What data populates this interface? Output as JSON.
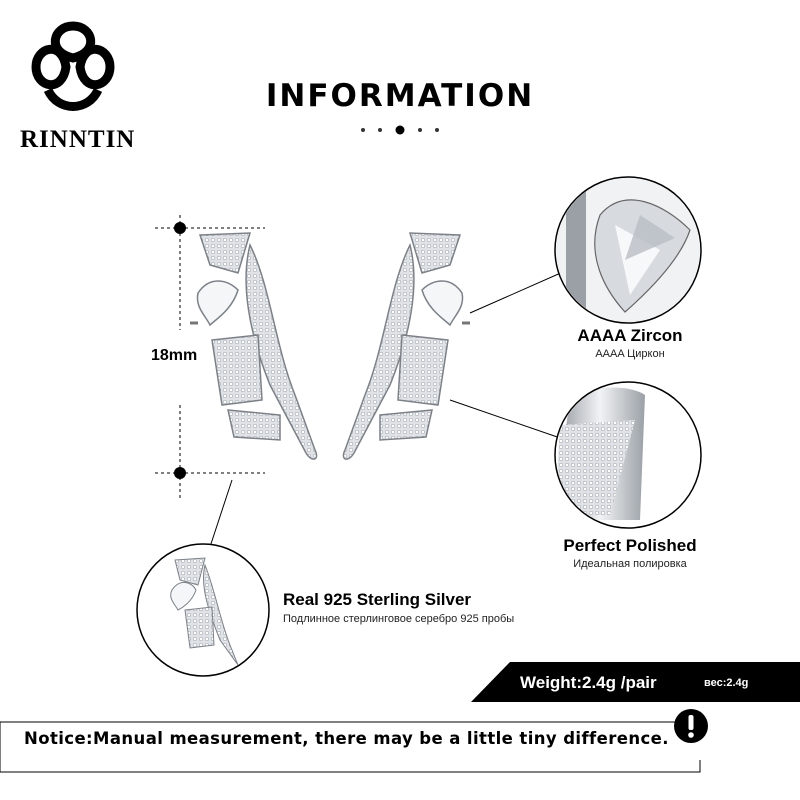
{
  "brand": {
    "name": "RINNTIN"
  },
  "header": {
    "title": "INFORMATION"
  },
  "measurement": {
    "length_label": "18mm"
  },
  "features": {
    "zircon": {
      "title": "AAAA Zircon",
      "subtitle": "AAAA Циркон"
    },
    "polish": {
      "title": "Perfect  Polished",
      "subtitle": "Идеальная полировка"
    },
    "silver": {
      "title": "Real 925  Sterling  Silver",
      "subtitle": "Подлинное стерлинговое серебро 925 пробы"
    }
  },
  "weight": {
    "label": "Weight:2.4g /pair",
    "label_ru": "вес:2.4g"
  },
  "notice": {
    "text": "Notice:Manual measurement, there may be a little tiny difference.",
    "icon": "exclamation-icon"
  },
  "colors": {
    "accent": "#000000",
    "background": "#ffffff",
    "metal": "#b8bcc2"
  }
}
